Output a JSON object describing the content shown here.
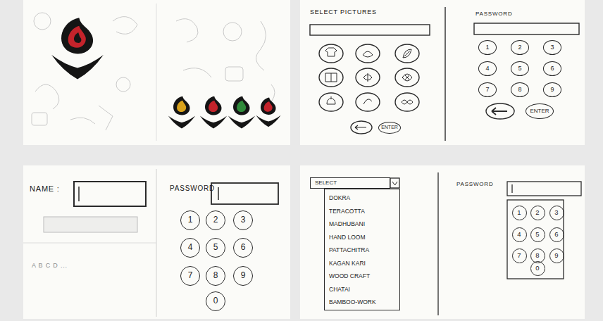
{
  "diagram": {
    "nodes": [
      {
        "text": [
          "ENTER"
        ]
      },
      {
        "text": [
          "1"
        ]
      },
      {
        "text": [
          "2"
        ]
      },
      {
        "text": [
          "3"
        ]
      },
      {
        "text": [
          "4"
        ]
      },
      {
        "text": [
          "5"
        ]
      },
      {
        "text": [
          "6"
        ]
      },
      {
        "text": [
          "7"
        ]
      },
      {
        "text": [
          "8"
        ]
      },
      {
        "text": [
          "9"
        ]
      },
      {
        "text": [
          "ENTER"
        ]
      },
      {
        "text": [
          "1"
        ]
      },
      {
        "text": [
          "2"
        ]
      },
      {
        "text": [
          "3"
        ]
      },
      {
        "text": [
          "4"
        ]
      },
      {
        "text": [
          "5"
        ]
      },
      {
        "text": [
          "6"
        ]
      },
      {
        "text": [
          "7"
        ]
      },
      {
        "text": [
          "8"
        ]
      },
      {
        "text": [
          "9"
        ]
      },
      {
        "text": [
          "0"
        ]
      },
      {
        "text": [
          "SELECT"
        ]
      },
      {
        "text": [
          "DOKRA",
          "TERACOTTA",
          "MADHUBANI",
          "HAND LOOM",
          "PATTACHITRA",
          "KAGAN KARI",
          "WOOD CRAFT",
          "CHATAI",
          "BAMBOO-WORK"
        ]
      },
      {
        "text": [
          "1"
        ]
      },
      {
        "text": [
          "2"
        ]
      },
      {
        "text": [
          "3"
        ]
      },
      {
        "text": [
          "4"
        ]
      },
      {
        "text": [
          "5"
        ]
      },
      {
        "text": [
          "6"
        ]
      },
      {
        "text": [
          "7"
        ]
      },
      {
        "text": [
          "8"
        ]
      },
      {
        "text": [
          "9"
        ]
      },
      {
        "text": [
          "0"
        ]
      }
    ],
    "labels": [
      "SELECT PICTURES",
      "PASSWORD",
      "NAME :",
      "PASSWORD",
      "A B C D ...",
      "PASSWORD"
    ]
  }
}
